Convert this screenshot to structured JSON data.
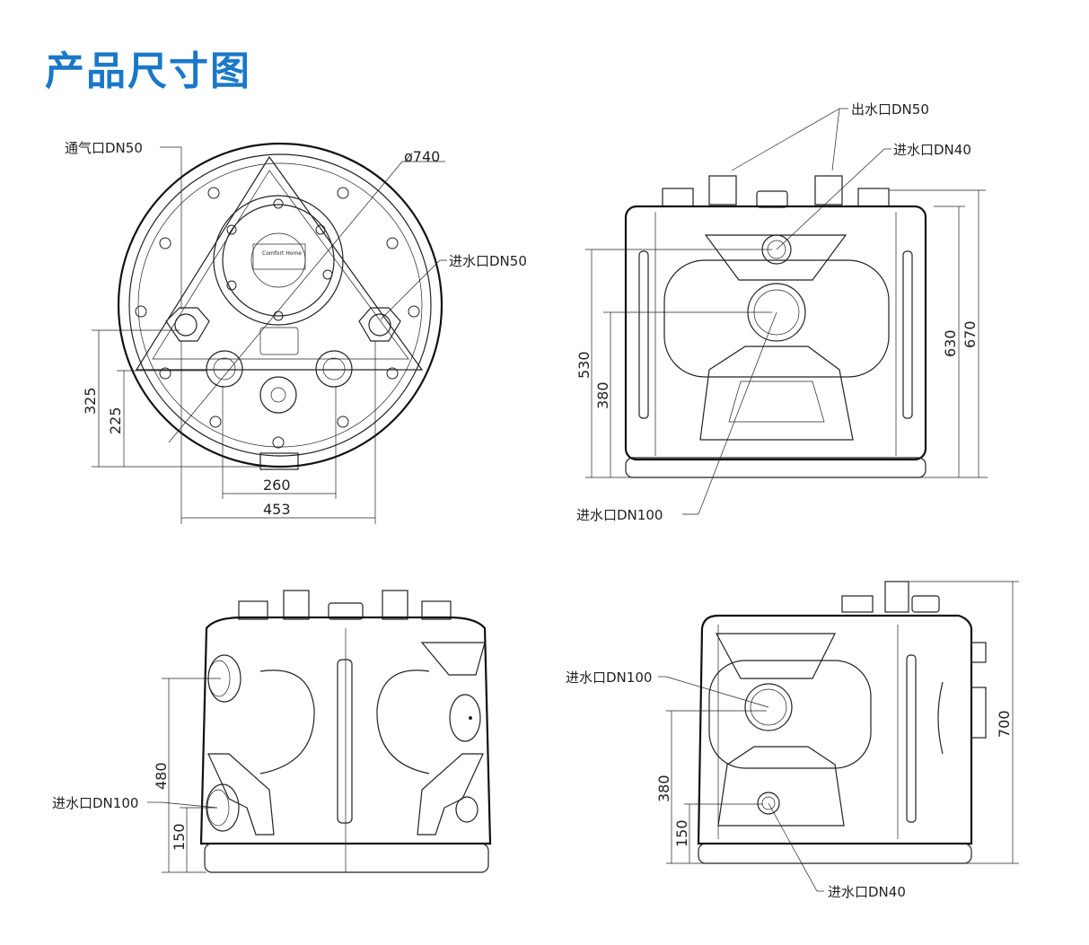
{
  "title": "产品尺寸图",
  "top_view": {
    "vent_label": "通气口DN50",
    "diameter_label": "ø740",
    "inlet_label": "进水口DN50",
    "logo_text": "Comfort Home",
    "dim_325": "325",
    "dim_225": "225",
    "dim_260": "260",
    "dim_453": "453"
  },
  "front_view": {
    "outlet_label": "出水口DN50",
    "inlet_dn40_label": "进水口DN40",
    "inlet_dn100_label": "进水口DN100",
    "dim_530": "530",
    "dim_380": "380",
    "dim_630": "630",
    "dim_670": "670"
  },
  "side_view": {
    "inlet_dn100_label": "进水口DN100",
    "dim_480": "480",
    "dim_150": "150"
  },
  "back_view": {
    "inlet_dn100_label": "进水口DN100",
    "inlet_dn40_label": "进水口DN40",
    "dim_700": "700",
    "dim_380": "380",
    "dim_150": "150"
  }
}
